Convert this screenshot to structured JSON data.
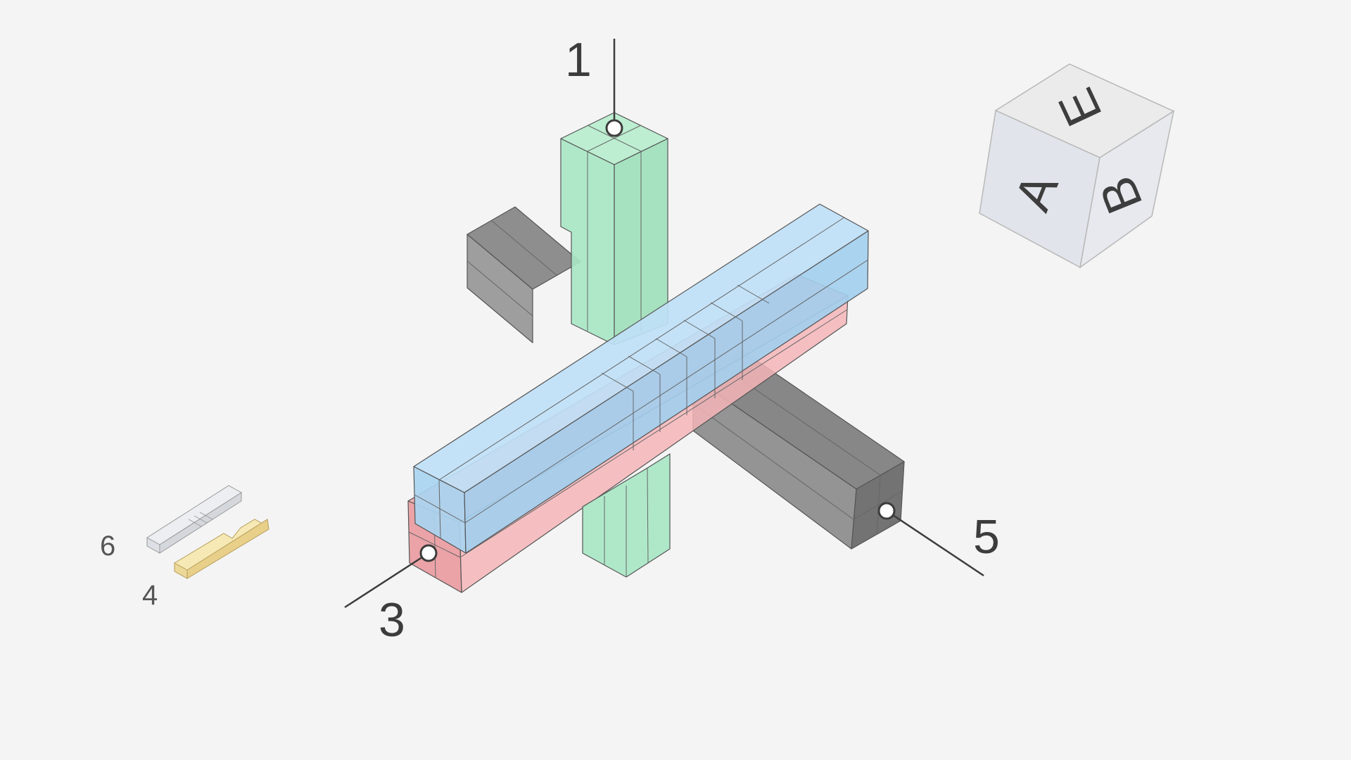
{
  "callouts": [
    {
      "id": "1",
      "label": "1"
    },
    {
      "id": "3",
      "label": "3"
    },
    {
      "id": "5",
      "label": "5"
    }
  ],
  "parts_legend": [
    {
      "label": "6",
      "color": "#e3e6ea"
    },
    {
      "label": "4",
      "color": "#f4e4a6"
    }
  ],
  "view_cube": {
    "top": "E",
    "front": "A",
    "right": "B"
  },
  "colors": {
    "green": "#a8e6c4",
    "blue": "#aad6f2",
    "red": "#f1a8ab",
    "gray": "#8a8a8a",
    "background": "#f4f4f4"
  }
}
